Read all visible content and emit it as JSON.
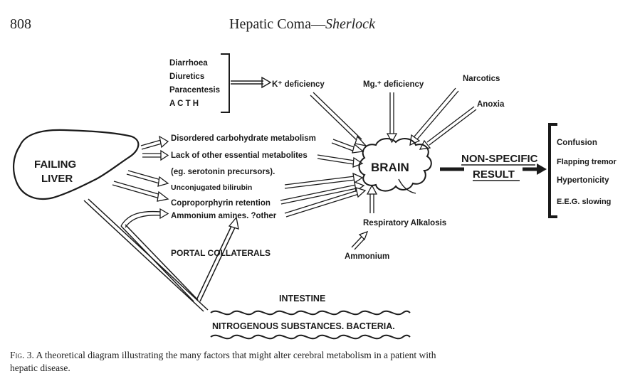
{
  "header": {
    "page_number": "808",
    "title_main": "Hepatic Coma—",
    "title_author": "Sherlock"
  },
  "diagram": {
    "liver": {
      "line1": "FAILING",
      "line2": "LIVER"
    },
    "k_causes": [
      "Diarrhoea",
      "Diuretics",
      "Paracentesis",
      "A C T H"
    ],
    "k_deficiency": "K⁺ deficiency",
    "mg_deficiency": "Mg.⁺ deficiency",
    "narcotics": "Narcotics",
    "anoxia": "Anoxia",
    "metabolic_factors": [
      "Disordered carbohydrate metabolism",
      "Lack of other essential metabolites",
      "(eg. serotonin precursors).",
      "Unconjugated bilirubin",
      "Coproporphyrin retention",
      "Ammonium amines. ?other"
    ],
    "brain": "BRAIN",
    "respiratory_alkalosis": "Respiratory Alkalosis",
    "ammonium": "Ammonium",
    "portal_collaterals": "PORTAL COLLATERALS",
    "intestine": "INTESTINE",
    "nitrogenous": "NITROGENOUS SUBSTANCES. BACTERIA.",
    "result_line1": "NON-SPECIFIC",
    "result_line2": "RESULT",
    "symptoms": [
      "Confusion",
      "Flapping tremor",
      "Hypertonicity",
      "E.E.G. slowing"
    ]
  },
  "caption": {
    "label": "Fig. 3.",
    "line1": "A theoretical diagram illustrating the many factors that might alter cerebral metabolism in a patient with",
    "line2": "hepatic disease."
  }
}
